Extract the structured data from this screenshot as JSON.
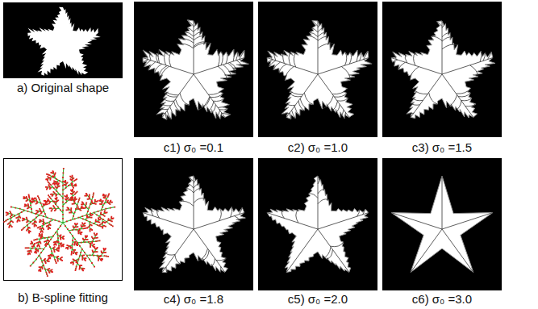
{
  "diagram": {
    "labels": [
      "a) Original shape",
      "c1) σ₀ =0.1",
      "c2) σ₀ =1.0",
      "c3) σ₀ =1.5",
      "b) B-spline fitting",
      "c4) σ₀ =1.8",
      "c5) σ₀ =2.0",
      "c6) σ₀ =3.0"
    ]
  }
}
